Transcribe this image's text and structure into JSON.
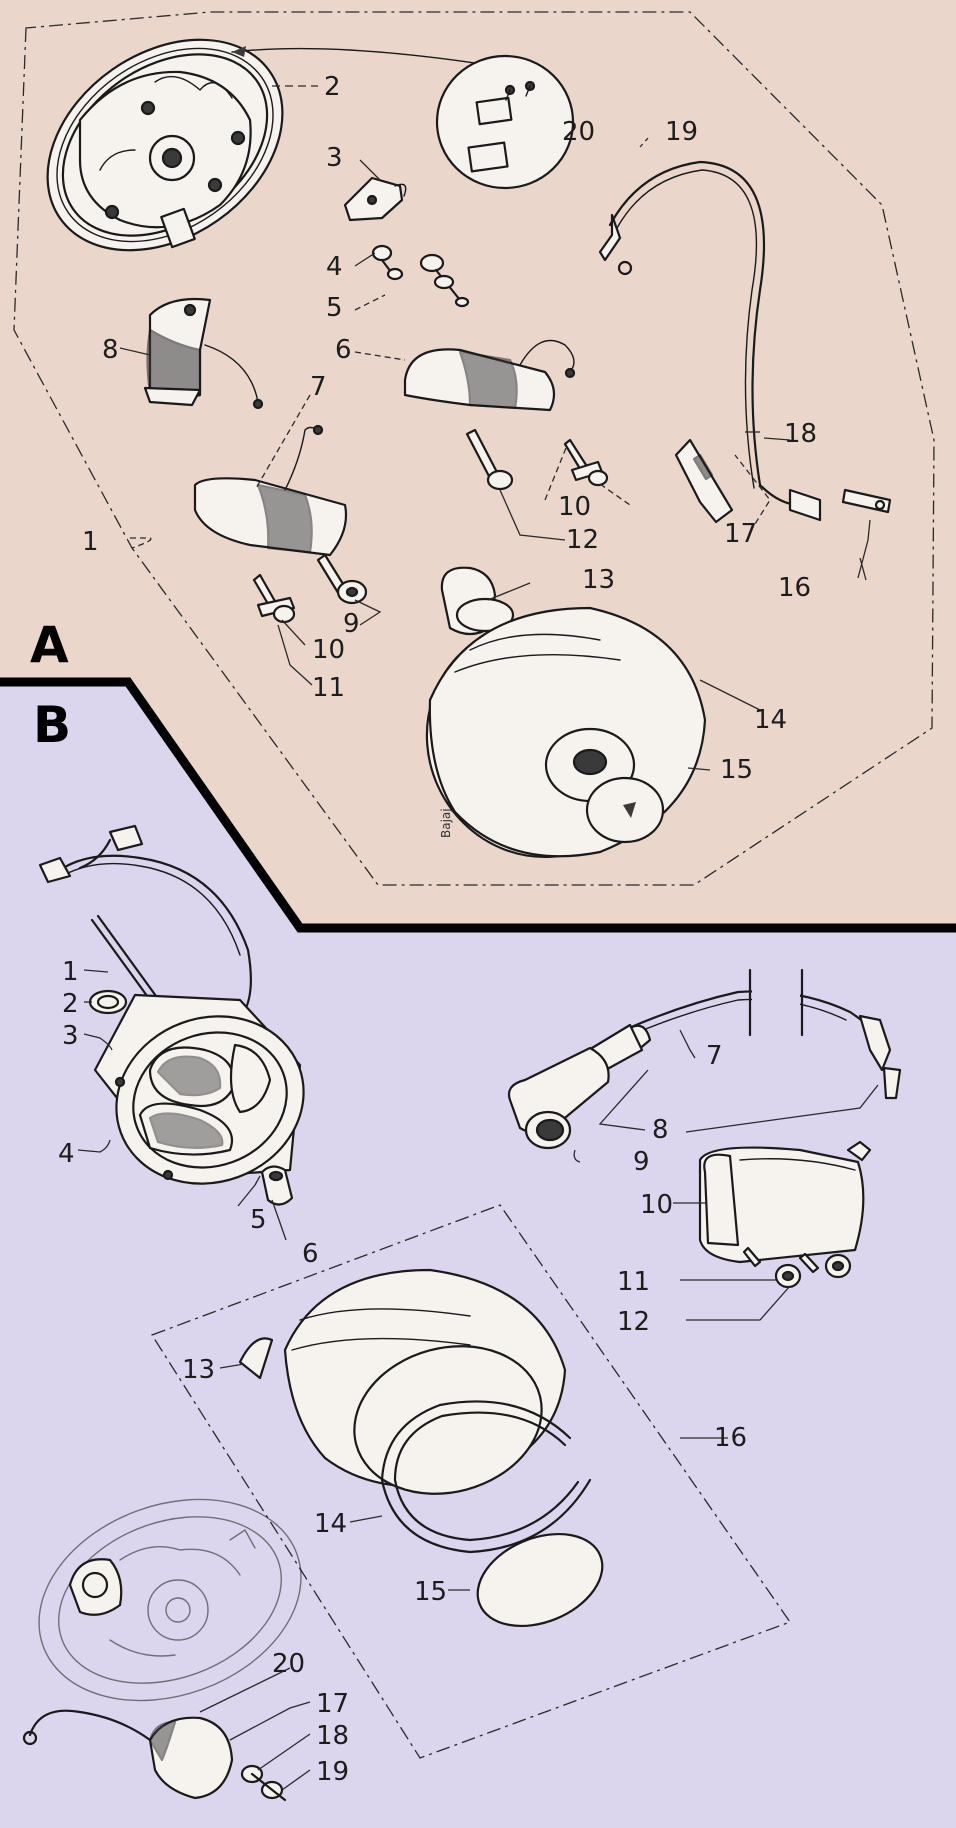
{
  "sections": {
    "a_label": "A",
    "b_label": "B"
  },
  "colors": {
    "section_a_bg": "#ead6ca",
    "section_b_bg": "#dcd5ee",
    "divider": "#000000",
    "ink": "#1a1a1a"
  },
  "callouts_a": [
    {
      "id": "a1",
      "text": "1"
    },
    {
      "id": "a2",
      "text": "2"
    },
    {
      "id": "a3",
      "text": "3"
    },
    {
      "id": "a4",
      "text": "4"
    },
    {
      "id": "a5",
      "text": "5"
    },
    {
      "id": "a6",
      "text": "6"
    },
    {
      "id": "a7",
      "text": "7"
    },
    {
      "id": "a8",
      "text": "8"
    },
    {
      "id": "a9",
      "text": "9"
    },
    {
      "id": "a10a",
      "text": "10"
    },
    {
      "id": "a10b",
      "text": "10"
    },
    {
      "id": "a11",
      "text": "11"
    },
    {
      "id": "a12",
      "text": "12"
    },
    {
      "id": "a13",
      "text": "13"
    },
    {
      "id": "a14",
      "text": "14"
    },
    {
      "id": "a15",
      "text": "15"
    },
    {
      "id": "a16",
      "text": "16"
    },
    {
      "id": "a17",
      "text": "17"
    },
    {
      "id": "a18",
      "text": "18"
    },
    {
      "id": "a19",
      "text": "19"
    },
    {
      "id": "a20",
      "text": "20"
    }
  ],
  "callouts_b": [
    {
      "id": "b1",
      "text": "1"
    },
    {
      "id": "b2",
      "text": "2"
    },
    {
      "id": "b3",
      "text": "3"
    },
    {
      "id": "b4",
      "text": "4"
    },
    {
      "id": "b5",
      "text": "5"
    },
    {
      "id": "b6",
      "text": "6"
    },
    {
      "id": "b7",
      "text": "7"
    },
    {
      "id": "b8",
      "text": "8"
    },
    {
      "id": "b9",
      "text": "9"
    },
    {
      "id": "b10",
      "text": "10"
    },
    {
      "id": "b11",
      "text": "11"
    },
    {
      "id": "b12",
      "text": "12"
    },
    {
      "id": "b13",
      "text": "13"
    },
    {
      "id": "b14",
      "text": "14"
    },
    {
      "id": "b15",
      "text": "15"
    },
    {
      "id": "b16",
      "text": "16"
    },
    {
      "id": "b17",
      "text": "17"
    },
    {
      "id": "b18",
      "text": "18"
    },
    {
      "id": "b19",
      "text": "19"
    },
    {
      "id": "b20",
      "text": "20"
    }
  ]
}
